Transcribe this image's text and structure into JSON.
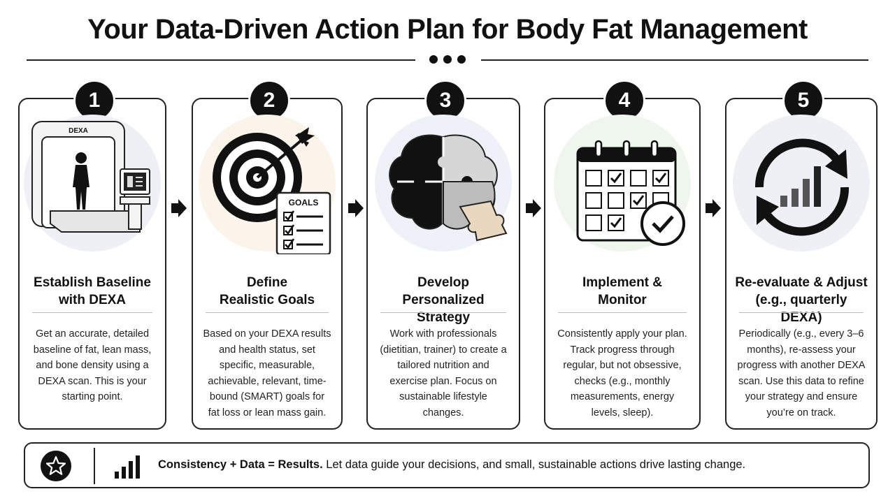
{
  "title": "Your Data-Driven Action Plan for Body Fat Management",
  "steps": [
    {
      "number": "1",
      "title_line1": "Establish Baseline",
      "title_line2": "with DEXA",
      "description": "Get an accurate, detailed baseline of fat, lean mass, and bone density using a DEXA scan. This is your starting point.",
      "icon": "dexa-scanner-icon",
      "icon_label": "DEXA",
      "bg_color": "#eef0f5"
    },
    {
      "number": "2",
      "title_line1": "Define",
      "title_line2": "Realistic Goals",
      "description": "Based on your DEXA results and health status, set specific, measurable, achievable, relevant, time-bound (SMART) goals for fat loss or lean mass gain.",
      "icon": "target-goals-icon",
      "icon_label": "GOALS",
      "bg_color": "#fbf4ea"
    },
    {
      "number": "3",
      "title_line1": "Develop",
      "title_line2": "Personalized Strategy",
      "description": "Work with professionals (dietitian, trainer) to create a tailored nutrition and exercise plan. Focus on sustainable lifestyle changes.",
      "icon": "brain-puzzle-icon",
      "bg_color": "#eef1f7"
    },
    {
      "number": "4",
      "title_line1": "Implement &",
      "title_line2": "Monitor",
      "description": "Consistently apply your plan. Track progress through regular, but not obsessive, checks (e.g., monthly measurements, energy levels, sleep).",
      "icon": "calendar-check-icon",
      "bg_color": "#eef6ee"
    },
    {
      "number": "5",
      "title_line1": "Re-evaluate & Adjust",
      "title_line2": "(e.g., quarterly DEXA)",
      "description": "Periodically (e.g., every 3–6 months), re-assess your progress with another DEXA scan. Use this data to refine your strategy and ensure you’re on track.",
      "icon": "cycle-chart-icon",
      "bg_color": "#eef0f5"
    }
  ],
  "footer": {
    "bold": "Consistency + Data = Results.",
    "text": " Let data guide your decisions, and small, sustainable actions drive lasting change."
  }
}
